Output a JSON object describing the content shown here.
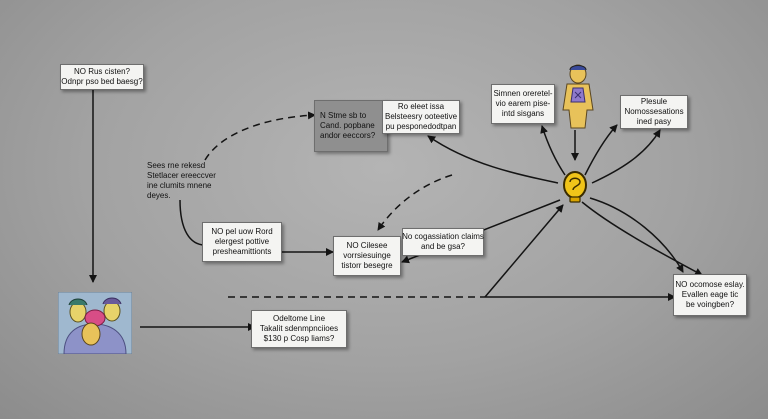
{
  "nodes": {
    "n1": {
      "lines": [
        "NO Rus cisten?",
        "Odnpr pso bed baesg?"
      ]
    },
    "n2": {
      "lines": [
        "N Stme sb to",
        "Cand. popbane",
        "andor eeccors?"
      ]
    },
    "n3": {
      "lines": [
        "Ro eleet issa",
        "Belsteesry ooteetive",
        "pu pesponedodtpan"
      ]
    },
    "n4": {
      "lines": [
        "Simnen oreretel-",
        "vio earem pise-",
        "intd sisgans"
      ]
    },
    "n5": {
      "lines": [
        "Plesule",
        "Nomossesations",
        "ined pasy"
      ]
    },
    "n6": {
      "lines": [
        "Sees rne rekesd",
        "Stetlacer ereeccver",
        "ine clumits mnene",
        "deyes."
      ]
    },
    "n7": {
      "lines": [
        "NO pel uow Rord",
        "elergest pottive",
        "presheamittionts"
      ]
    },
    "n8": {
      "lines": [
        "NO Cilesee",
        "vorrsiesuinge",
        "tistorr besegre"
      ]
    },
    "n9": {
      "lines": [
        "No cogassiation claims",
        "and be gsa?"
      ]
    },
    "n10": {
      "lines": [
        "NO ocomose eslay.",
        "Evallen eage tic",
        "be voingben?"
      ]
    },
    "n11": {
      "lines": [
        "Odeltome Line",
        "Takalit sdenmpnciioes",
        "$130 p Cosp liams?"
      ]
    }
  },
  "icons": {
    "figure_top": "standing-person-icon",
    "bulb": "lightbulb-icon",
    "group": "group-of-people-icon"
  },
  "colors": {
    "background": "#a6a6a6",
    "box_fill": "#f4f4f2",
    "box_dark_fill": "#8f8f8f",
    "edge": "#141414",
    "bulb_fill": "#f0c419"
  }
}
